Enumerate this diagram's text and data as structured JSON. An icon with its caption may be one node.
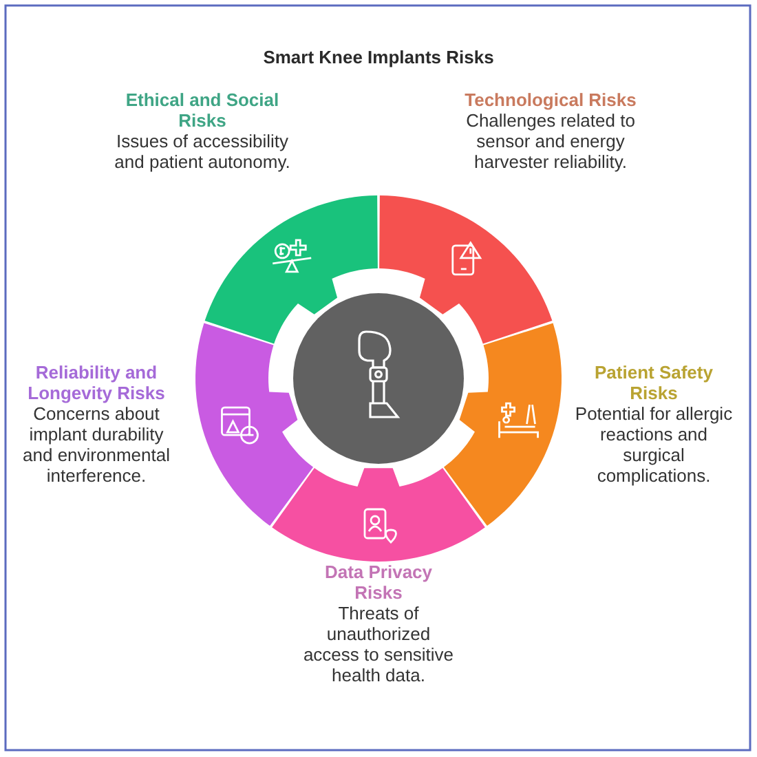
{
  "diagram": {
    "title": "Smart Knee Implants Risks",
    "nodes": [
      {
        "text": [
          "Ethical and Social Risks",
          "Issues of accessibility and patient autonomy."
        ]
      },
      {
        "text": [
          "Technological Risks",
          "Challenges related to sensor and energy harvester reliability."
        ]
      },
      {
        "text": [],
        "shape": "circle"
      },
      {
        "text": [
          "Reliability and Longevity Risks",
          "Concerns about implant durability and environmental interference."
        ]
      },
      {
        "text": [
          "Patient Safety Risks",
          "Potential for allergic reactions and surgical complications."
        ]
      },
      {
        "text": [
          "Data Privacy Risks",
          "Threats of unauthorized access to sensitive health data."
        ]
      }
    ]
  }
}
